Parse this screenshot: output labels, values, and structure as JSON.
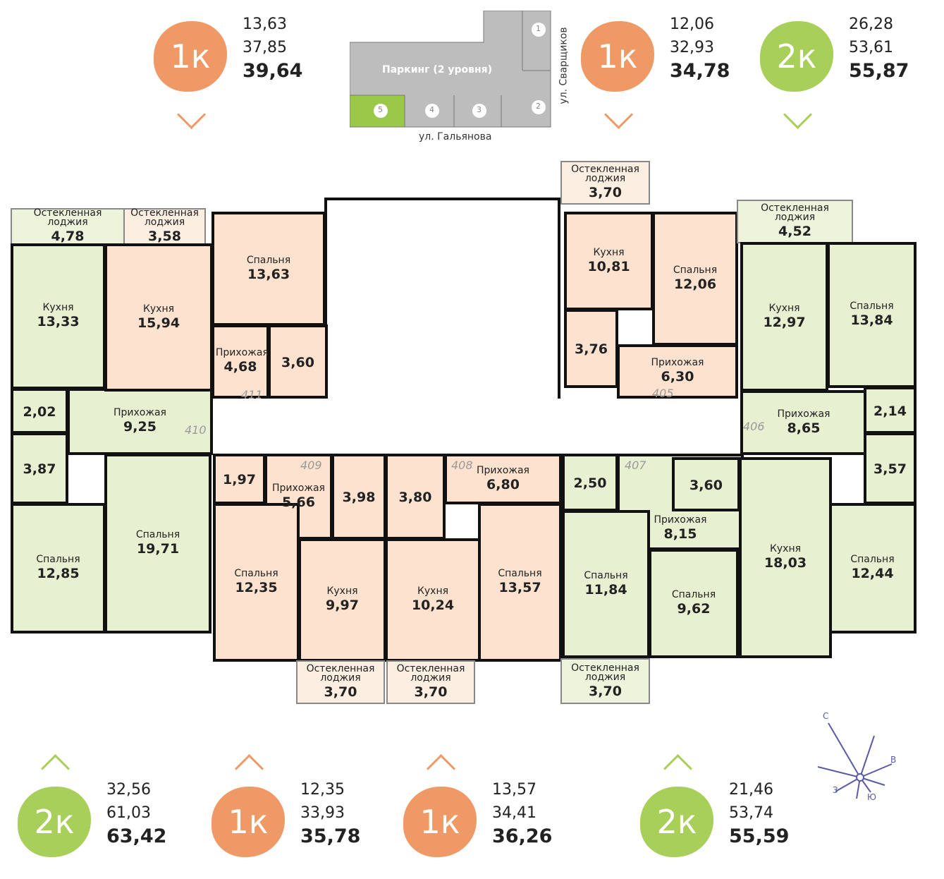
{
  "site_map": {
    "parking": "Паркинг (2 уровня)",
    "sections": [
      "1",
      "2",
      "3",
      "4",
      "5"
    ],
    "selected_section": "5",
    "street_bottom": "ул. Гальянова",
    "street_right": "ул. Сварщиков"
  },
  "apartments_top": [
    {
      "type": "1к",
      "living": "13,63",
      "useful": "37,85",
      "total": "39,64",
      "color": "#ef9a66"
    },
    {
      "type": "1к",
      "living": "12,06",
      "useful": "32,93",
      "total": "34,78",
      "color": "#ef9a66"
    },
    {
      "type": "2к",
      "living": "26,28",
      "useful": "53,61",
      "total": "55,87",
      "color": "#a9cf5b"
    }
  ],
  "apartments_bottom": [
    {
      "type": "2к",
      "living": "32,56",
      "useful": "61,03",
      "total": "63,42",
      "color": "#a9cf5b"
    },
    {
      "type": "1к",
      "living": "12,35",
      "useful": "33,93",
      "total": "35,78",
      "color": "#ef9a66"
    },
    {
      "type": "1к",
      "living": "13,57",
      "useful": "34,41",
      "total": "36,26",
      "color": "#ef9a66"
    },
    {
      "type": "2к",
      "living": "21,46",
      "useful": "53,74",
      "total": "55,59",
      "color": "#a9cf5b"
    }
  ],
  "rooms": [
    {
      "label": "Остекленная лоджия",
      "area": "4,78",
      "tone": "lg"
    },
    {
      "label": "Кухня",
      "area": "13,33",
      "tone": "g"
    },
    {
      "label": "",
      "area": "2,02",
      "tone": "g"
    },
    {
      "label": "",
      "area": "3,87",
      "tone": "g"
    },
    {
      "label": "Прихожая",
      "area": "9,25",
      "tone": "g"
    },
    {
      "label": "Спальня",
      "area": "12,85",
      "tone": "g"
    },
    {
      "label": "Спальня",
      "area": "19,71",
      "tone": "g"
    },
    {
      "label": "Остекленная лоджия",
      "area": "3,58",
      "tone": "lo"
    },
    {
      "label": "Кухня",
      "area": "15,94",
      "tone": "o"
    },
    {
      "label": "Спальня",
      "area": "13,63",
      "tone": "o"
    },
    {
      "label": "Прихожая",
      "area": "4,68",
      "tone": "o"
    },
    {
      "label": "",
      "area": "3,60",
      "tone": "o"
    },
    {
      "label": "Остекленная лоджия",
      "area": "3,70",
      "tone": "lo"
    },
    {
      "label": "Кухня",
      "area": "10,81",
      "tone": "o"
    },
    {
      "label": "Спальня",
      "area": "12,06",
      "tone": "o"
    },
    {
      "label": "",
      "area": "3,76",
      "tone": "o"
    },
    {
      "label": "Прихожая",
      "area": "6,30",
      "tone": "o"
    },
    {
      "label": "Остекленная лоджия",
      "area": "4,52",
      "tone": "lg"
    },
    {
      "label": "Кухня",
      "area": "12,97",
      "tone": "g"
    },
    {
      "label": "Спальня",
      "area": "13,84",
      "tone": "g"
    },
    {
      "label": "Прихожая",
      "area": "8,65",
      "tone": "g"
    },
    {
      "label": "",
      "area": "2,14",
      "tone": "g"
    },
    {
      "label": "",
      "area": "3,57",
      "tone": "g"
    },
    {
      "label": "Спальня",
      "area": "12,44",
      "tone": "g"
    },
    {
      "label": "",
      "area": "1,97",
      "tone": "o"
    },
    {
      "label": "Прихожая",
      "area": "5,66",
      "tone": "o"
    },
    {
      "label": "",
      "area": "3,98",
      "tone": "o"
    },
    {
      "label": "Спальня",
      "area": "12,35",
      "tone": "o"
    },
    {
      "label": "Кухня",
      "area": "9,97",
      "tone": "o"
    },
    {
      "label": "Остекленная лоджия",
      "area": "3,70",
      "tone": "lo"
    },
    {
      "label": "",
      "area": "3,80",
      "tone": "o"
    },
    {
      "label": "Прихожая",
      "area": "6,80",
      "tone": "o"
    },
    {
      "label": "Кухня",
      "area": "10,24",
      "tone": "o"
    },
    {
      "label": "Спальня",
      "area": "13,57",
      "tone": "o"
    },
    {
      "label": "Остекленная лоджия",
      "area": "3,70",
      "tone": "lo"
    },
    {
      "label": "",
      "area": "2,50",
      "tone": "g"
    },
    {
      "label": "Прихожая",
      "area": "8,15",
      "tone": "g"
    },
    {
      "label": "",
      "area": "3,60",
      "tone": "g"
    },
    {
      "label": "Спальня",
      "area": "11,84",
      "tone": "g"
    },
    {
      "label": "Спальня",
      "area": "9,62",
      "tone": "g"
    },
    {
      "label": "Кухня",
      "area": "18,03",
      "tone": "g"
    },
    {
      "label": "Остекленная лоджия",
      "area": "3,70",
      "tone": "lg"
    }
  ],
  "apartment_numbers": [
    "411",
    "410",
    "409",
    "408",
    "407",
    "405",
    "406"
  ],
  "compass": {
    "n": "С",
    "e": "В",
    "s": "Ю",
    "w": "З",
    "color": "#5a5aa8"
  }
}
